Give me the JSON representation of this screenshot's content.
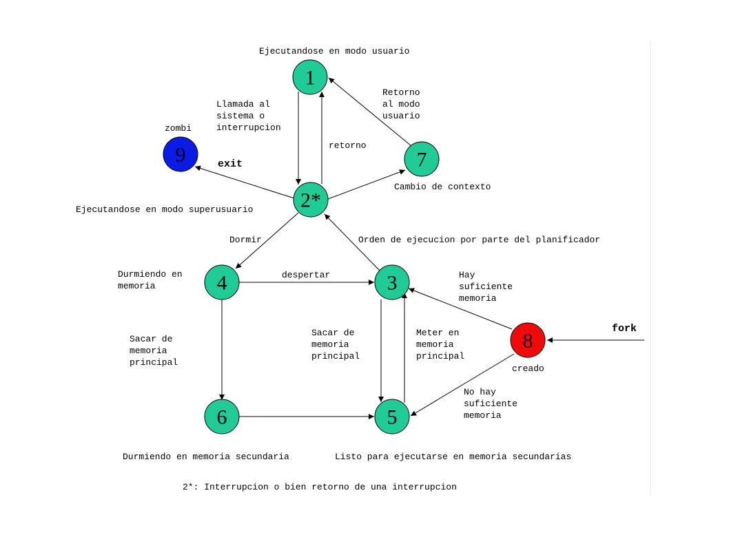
{
  "colors": {
    "state": "#1fcc97",
    "zombie": "#0a1be6",
    "created": "#f20a0a",
    "edge": "#000000"
  },
  "states": {
    "s1": "1",
    "s2": "2*",
    "s3": "3",
    "s4": "4",
    "s5": "5",
    "s6": "6",
    "s7": "7",
    "s8": "8",
    "s9": "9"
  },
  "labels": {
    "s1_desc": "Ejecutandose en modo usuario",
    "s2_desc": "Ejecutandose en modo superusuario",
    "s9_desc": "zombi",
    "s8_desc": "creado",
    "s4_desc": [
      "Durmiendo en",
      "memoria"
    ],
    "s6_desc": "Durmiendo en memoria secundaria",
    "s5_desc": "Listo para ejecutarse en memoria secundarias",
    "syscall": [
      "Llamada al",
      "sistema o",
      "interrupcion"
    ],
    "retorno": "retorno",
    "retorno_user": [
      "Retorno",
      "al modo",
      "usuario"
    ],
    "exit": "exit",
    "context_switch": "Cambio de contexto",
    "dormir": "Dormir",
    "scheduler": "Orden de ejecucion por parte del planificador",
    "despertar": "despertar",
    "hay_mem": [
      "Hay",
      "suficiente",
      "memoria"
    ],
    "fork": "fork",
    "swap_out_4": [
      "Sacar de",
      "memoria",
      "principal"
    ],
    "swap_out_3": [
      "Sacar de",
      "memoria",
      "principal"
    ],
    "swap_in": [
      "Meter en",
      "memoria",
      "principal"
    ],
    "no_mem": [
      "No hay",
      "suficiente",
      "memoria"
    ],
    "footnote": "2*: Interrupcion o bien retorno de una interrupcion"
  }
}
